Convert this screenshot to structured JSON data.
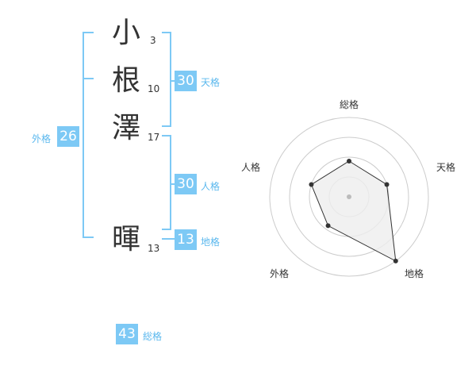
{
  "name": {
    "chars": [
      {
        "char": "小",
        "strokes": "3"
      },
      {
        "char": "根",
        "strokes": "10"
      },
      {
        "char": "澤",
        "strokes": "17"
      },
      {
        "char": "暉",
        "strokes": "13"
      }
    ]
  },
  "fortune": {
    "tenkaku": {
      "label": "天格",
      "value": "30"
    },
    "jinkaku": {
      "label": "人格",
      "value": "30"
    },
    "chikaku": {
      "label": "地格",
      "value": "13"
    },
    "gaikaku": {
      "label": "外格",
      "value": "26"
    },
    "soukaku": {
      "label": "総格",
      "value": "43"
    }
  },
  "radar": {
    "axes": [
      "総格",
      "天格",
      "地格",
      "外格",
      "人格"
    ],
    "rings": 4,
    "values": [
      0.45,
      0.5,
      1.0,
      0.45,
      0.5
    ],
    "colors": {
      "grid": "#cccccc",
      "fill": "#eeeeee",
      "line": "#333333",
      "center": "#bbbbbb"
    }
  },
  "colors": {
    "accent": "#7dc9f5",
    "label": "#5bb8ee",
    "text": "#333333"
  }
}
